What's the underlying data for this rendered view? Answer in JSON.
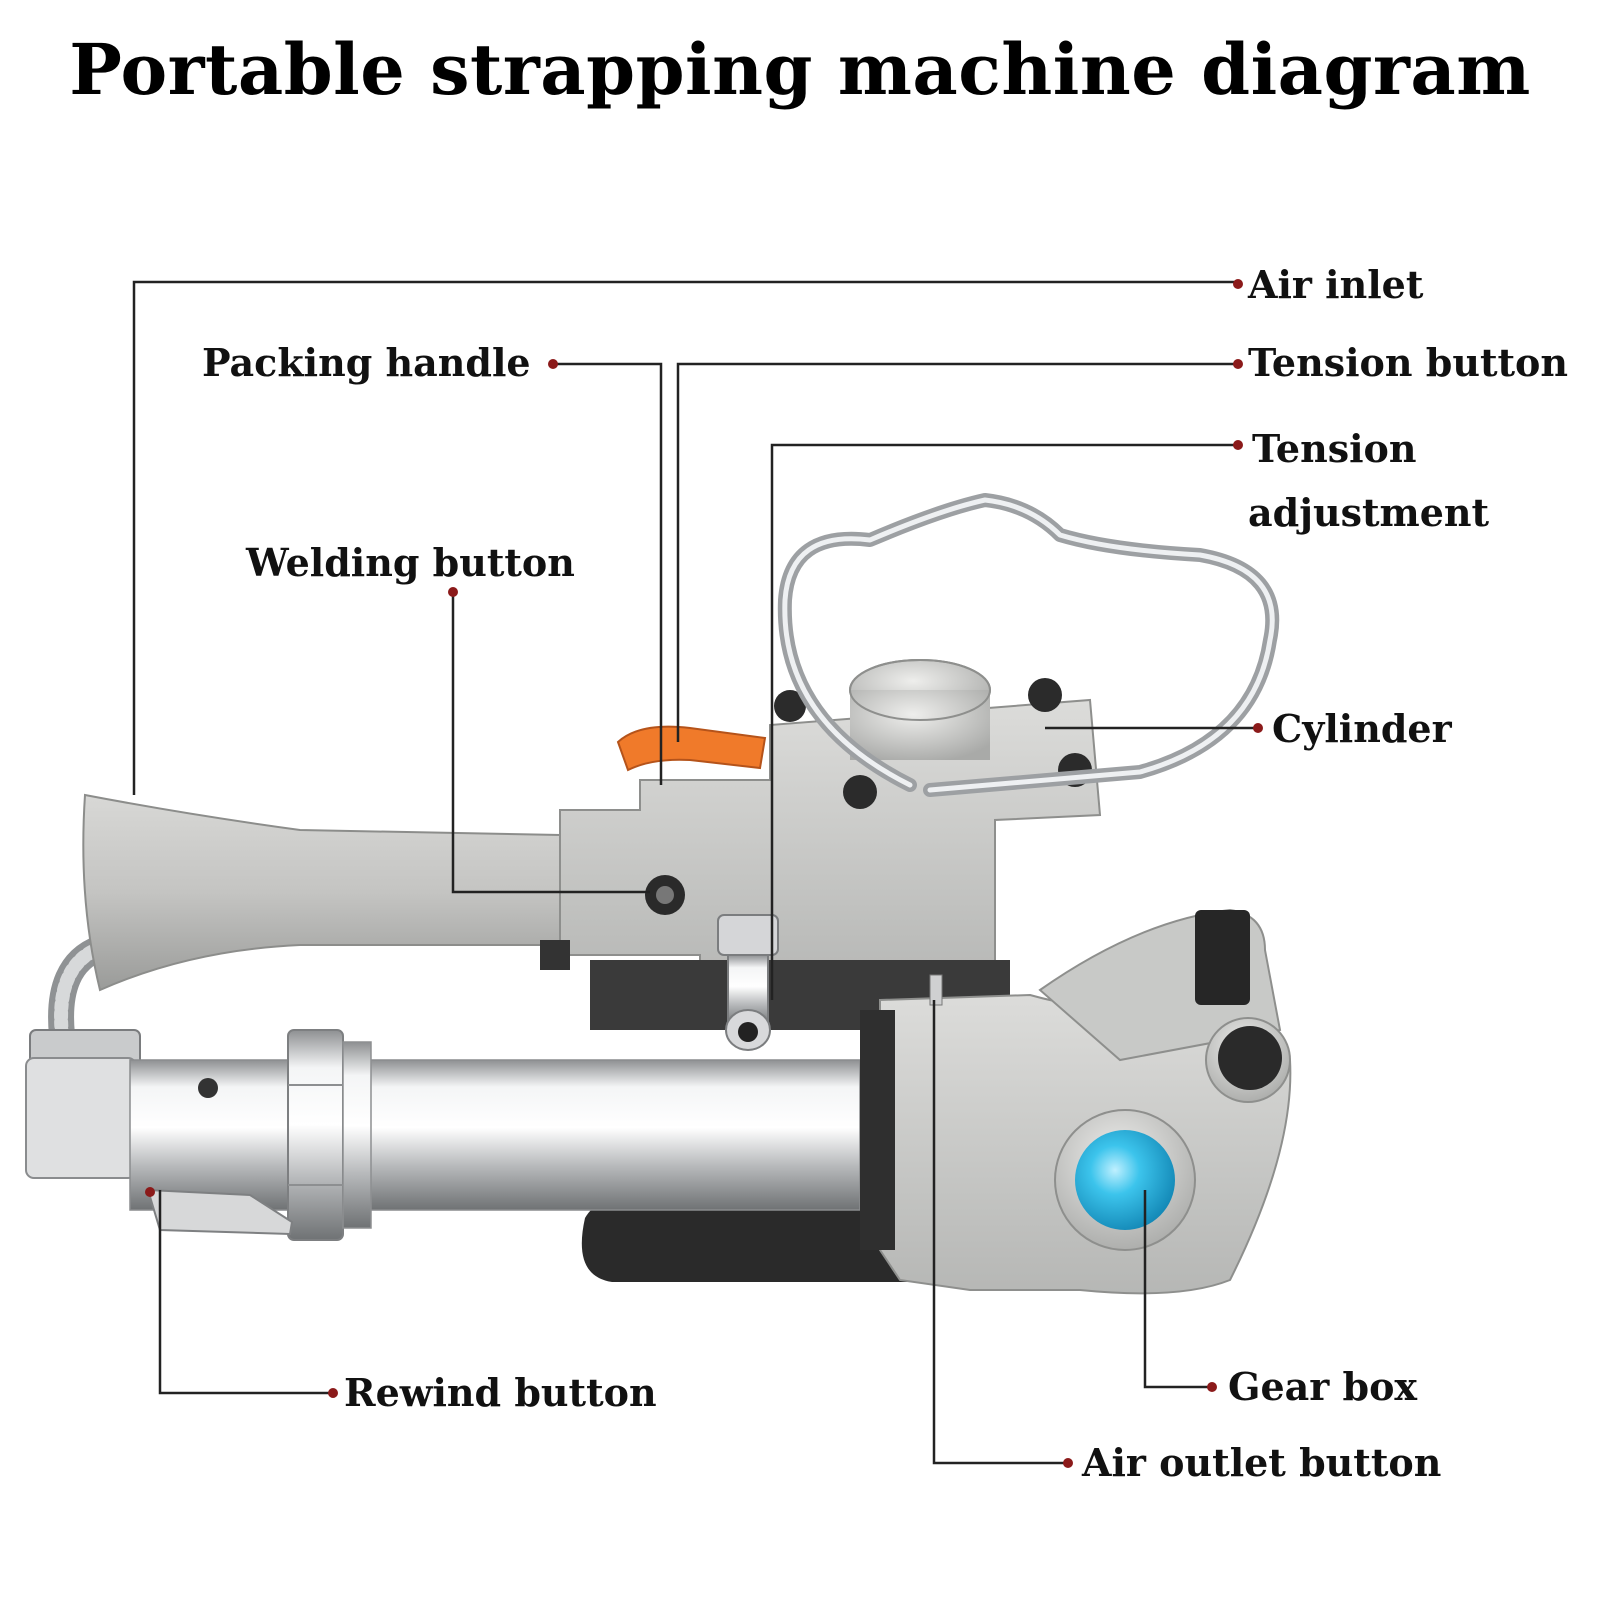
{
  "title": "Portable strapping machine diagram",
  "colors": {
    "leader_line": "#222222",
    "leader_dot": "#8b1a1a",
    "machine_body": "#cfd0cf",
    "chrome": "#e6e7e8",
    "trigger_orange": "#f07a2a",
    "gear_cap_blue": "#22b3e0",
    "rubber_black": "#222222"
  },
  "labels": {
    "air_inlet": "Air inlet",
    "packing_handle": "Packing handle",
    "tension_button": "Tension button",
    "tension_adjustment_line1": "Tension",
    "tension_adjustment_line2": "adjustment",
    "welding_button": "Welding button",
    "cylinder": "Cylinder",
    "rewind_button": "Rewind button",
    "gear_box": "Gear box",
    "air_outlet_button": "Air outlet button"
  }
}
